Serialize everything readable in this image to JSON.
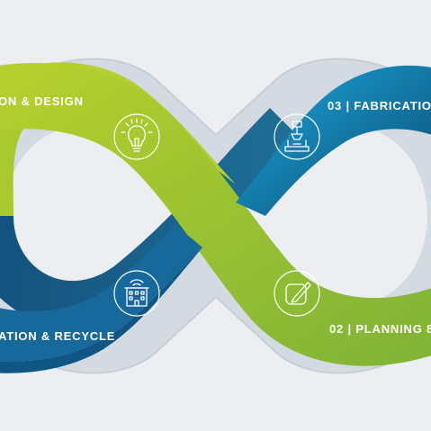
{
  "diagram": {
    "stages": [
      {
        "id": "design",
        "label": "ON & DESIGN",
        "icon": "lightbulb-icon"
      },
      {
        "id": "fabrication",
        "label": "03 | FABRICATIO",
        "icon": "robot-arm-icon"
      },
      {
        "id": "planning",
        "label": "02 | PLANNING 8",
        "icon": "edit-pencil-icon"
      },
      {
        "id": "recycle",
        "label": "ATION & RECYCLE",
        "icon": "smart-building-icon"
      }
    ],
    "colors": {
      "background": "#eceef1",
      "outline": "#c8d1d9",
      "green_light": "#b5cf2e",
      "green": "#8dba33",
      "blue_light": "#17a7d9",
      "blue_dark": "#0e4f7a",
      "white": "#ffffff"
    }
  }
}
